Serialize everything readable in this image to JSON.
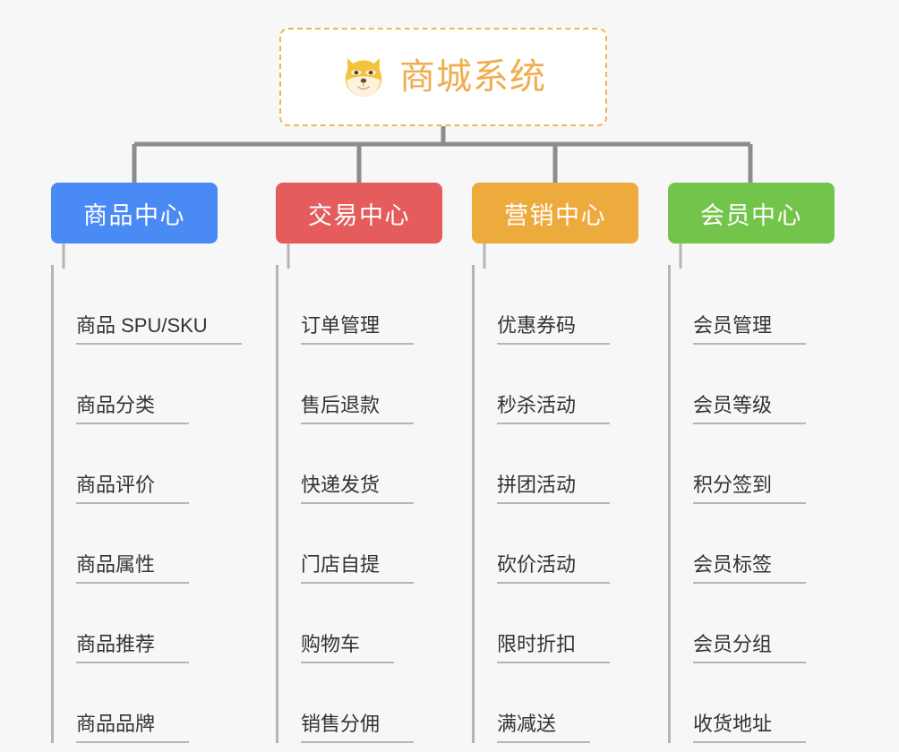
{
  "root": {
    "title": "商城系统",
    "icon": "shiba-dog-face-icon",
    "border_color": "#f0b752",
    "text_color": "#f0ad4e",
    "background": "#ffffff"
  },
  "page": {
    "background": "#f7f7f7",
    "connector_color": "#8c8c8c"
  },
  "categories": [
    {
      "label": "商品中心",
      "color": "#4a8af4",
      "items": [
        "商品 SPU/SKU",
        "商品分类",
        "商品评价",
        "商品属性",
        "商品推荐",
        "商品品牌"
      ]
    },
    {
      "label": "交易中心",
      "color": "#e45c5c",
      "items": [
        "订单管理",
        "售后退款",
        "快递发货",
        "门店自提",
        "购物车",
        "销售分佣"
      ]
    },
    {
      "label": "营销中心",
      "color": "#edab3e",
      "items": [
        "优惠券码",
        "秒杀活动",
        "拼团活动",
        "砍价活动",
        "限时折扣",
        "满减送"
      ]
    },
    {
      "label": "会员中心",
      "color": "#73c44a",
      "items": [
        "会员管理",
        "会员等级",
        "积分签到",
        "会员标签",
        "会员分组",
        "收货地址"
      ]
    }
  ]
}
